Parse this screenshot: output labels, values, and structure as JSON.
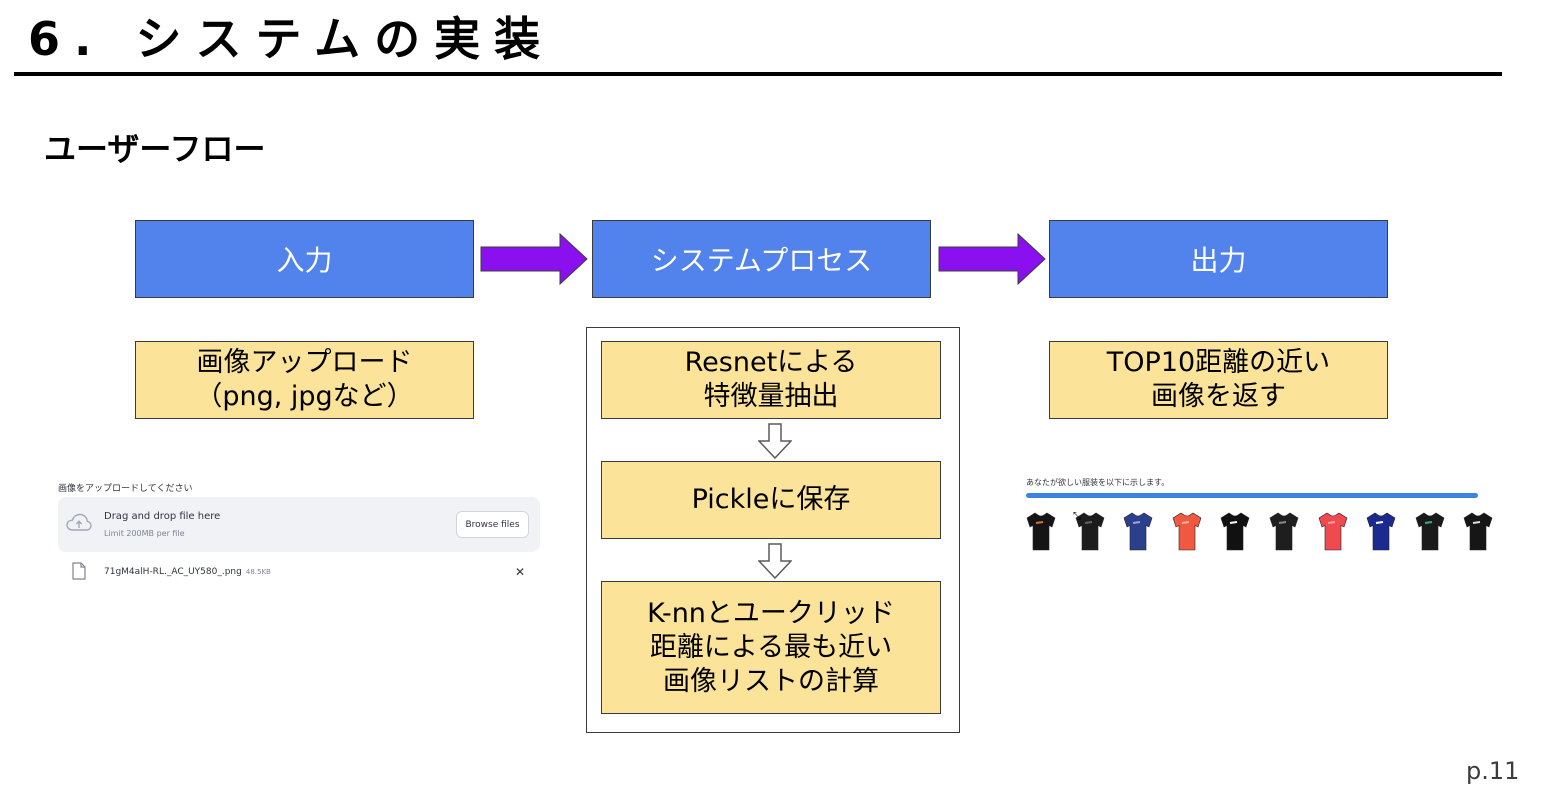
{
  "slide": {
    "title": "6. システムの実装",
    "subtitle": "ユーザーフロー",
    "page_number": "p.11"
  },
  "flow": {
    "stages": [
      {
        "label": "入力",
        "color": "#5282ec"
      },
      {
        "label": "システムプロセス",
        "color": "#5282ec"
      },
      {
        "label": "出力",
        "color": "#5282ec"
      }
    ],
    "arrow_color": "#8b10f0",
    "input_note": [
      "画像アップロード",
      "（png, jpgなど）"
    ],
    "process_steps": [
      [
        "Resnetによる",
        "特徴量抽出"
      ],
      [
        "Pickleに保存"
      ],
      [
        "K-nnとユークリッド",
        "距離による最も近い",
        "画像リストの計算"
      ]
    ],
    "output_note": [
      "TOP10距離の近い",
      "画像を返す"
    ],
    "note_color": "#fbe39a"
  },
  "upload_widget": {
    "label": "画像をアップロードしてください",
    "drag_text": "Drag and drop file here",
    "limit_text": "Limit 200MB per file",
    "browse_button": "Browse files",
    "file_name": "71gM4alH-RL._AC_UY580_.png",
    "file_size": "48.5KB",
    "remove_icon": "close-icon",
    "upload_icon": "cloud-upload-icon"
  },
  "results_widget": {
    "label": "あなたが欲しい服装を以下に示します。",
    "bar_color": "#3d84e0",
    "shirts": [
      {
        "color": "#151515",
        "accent": "#c77b2a"
      },
      {
        "color": "#1c1c1c",
        "accent": "#666666"
      },
      {
        "color": "#2b3f8c",
        "accent": "#9aa6d6"
      },
      {
        "color": "#f0593f",
        "accent": "#ffb0a0"
      },
      {
        "color": "#111111",
        "accent": "#ffffff"
      },
      {
        "color": "#1e1e1e",
        "accent": "#888888"
      },
      {
        "color": "#ee4a4f",
        "accent": "#ff9ea0"
      },
      {
        "color": "#1b2a8f",
        "accent": "#ffffff"
      },
      {
        "color": "#1a1a1a",
        "accent": "#2fae8f"
      },
      {
        "color": "#161616",
        "accent": "#dddddd"
      }
    ]
  }
}
